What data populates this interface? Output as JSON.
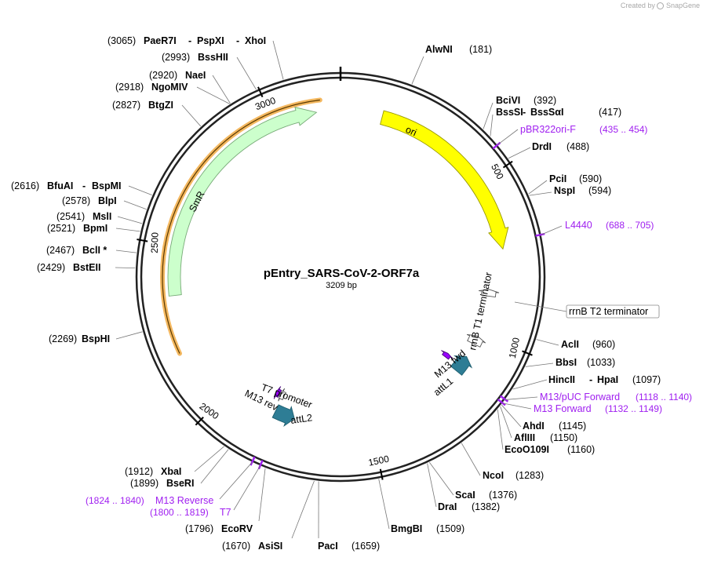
{
  "credit": {
    "text": "Created by",
    "brand": "SnapGene",
    "icon": "snapgene-logo-icon"
  },
  "plasmid": {
    "name": "pEntry_SARS-CoV-2-ORF7a",
    "length_label": "3209 bp",
    "length": 3209
  },
  "ticks": [
    "500",
    "1000",
    "1500",
    "2000",
    "2500",
    "3000"
  ],
  "features": [
    {
      "name": "ori",
      "start": 130,
      "end": 715,
      "color": "#ffff00",
      "stroke": "#999900",
      "direction": "cw",
      "ring": "inner"
    },
    {
      "name": "SmR",
      "start": 2350,
      "end": 3135,
      "color": "#ccffcc",
      "stroke": "#77aa77",
      "direction": "cw",
      "ring": "mid"
    },
    {
      "name": "rrnB T1 terminator",
      "start": 1010,
      "end": 1040,
      "color": "#ffffff",
      "stroke": "#555555",
      "direction": "ccw",
      "ring": "inner"
    },
    {
      "name": "rrnB T2 terminator",
      "start": 845,
      "end": 868,
      "color": "#ffffff",
      "stroke": "#555555",
      "direction": "ccw",
      "ring": "inner"
    },
    {
      "name": "attL1",
      "start": 1090,
      "end": 1150,
      "color": "#2e7d95",
      "stroke": "#1f5f70",
      "direction": "ccw",
      "ring": "inner"
    },
    {
      "name": "attL2",
      "start": 1765,
      "end": 1835,
      "color": "#2e7d95",
      "stroke": "#1f5f70",
      "direction": "ccw",
      "ring": "inner"
    },
    {
      "name": "M13 fwd",
      "start": 1118,
      "end": 1135,
      "color": "#9900ff",
      "stroke": "#440077",
      "direction": "ccw",
      "ring": "inner2"
    },
    {
      "name": "M13 rev",
      "start": 1850,
      "end": 1865,
      "color": "#9900ff",
      "stroke": "#440077",
      "direction": "cw",
      "ring": "inner2"
    },
    {
      "name": "T7 promoter",
      "start": 1830,
      "end": 1848,
      "color": "#ffffff",
      "stroke": "#555555",
      "direction": "cw",
      "ring": "inner2"
    }
  ],
  "insert_arc": {
    "start": 2180,
    "end": 3150,
    "color": "#f4b860"
  },
  "sites": [
    {
      "name": "AlwNI",
      "pos": "(181)"
    },
    {
      "name": "BciVI",
      "pos": "(392)"
    },
    {
      "name": "BssSI",
      "name2": "BssSαI",
      "pos": "(417)"
    },
    {
      "name": "DrdI",
      "pos": "(488)"
    },
    {
      "name": "PciI",
      "pos": "(590)"
    },
    {
      "name": "NspI",
      "pos": "(594)"
    },
    {
      "name": "AclI",
      "pos": "(960)"
    },
    {
      "name": "BbsI",
      "pos": "(1033)"
    },
    {
      "name": "HincII",
      "name2": "HpaI",
      "pos": "(1097)"
    },
    {
      "name": "AhdI",
      "pos": "(1145)"
    },
    {
      "name": "AflIII",
      "pos": "(1150)"
    },
    {
      "name": "EcoO109I",
      "pos": "(1160)"
    },
    {
      "name": "NcoI",
      "pos": "(1283)"
    },
    {
      "name": "ScaI",
      "pos": "(1376)"
    },
    {
      "name": "DraI",
      "pos": "(1382)"
    },
    {
      "name": "BmgBI",
      "pos": "(1509)"
    },
    {
      "name": "PacI",
      "pos": "(1659)"
    },
    {
      "name": "AsiSI",
      "pos": "(1670)"
    },
    {
      "name": "EcoRV",
      "pos": "(1796)"
    },
    {
      "name": "BseRI",
      "pos": "(1899)"
    },
    {
      "name": "XbaI",
      "pos": "(1912)"
    },
    {
      "name": "BspHI",
      "pos": "(2269)"
    },
    {
      "name": "BstEII",
      "pos": "(2429)"
    },
    {
      "name": "BclI *",
      "pos": "(2467)"
    },
    {
      "name": "BpmI",
      "pos": "(2521)"
    },
    {
      "name": "MslI",
      "pos": "(2541)"
    },
    {
      "name": "BlpI",
      "pos": "(2578)"
    },
    {
      "name": "BfuAI",
      "name2": "BspMI",
      "pos": "(2616)"
    },
    {
      "name": "BtgZI",
      "pos": "(2827)"
    },
    {
      "name": "NgoMIV",
      "pos": "(2918)"
    },
    {
      "name": "NaeI",
      "pos": "(2920)"
    },
    {
      "name": "BssHII",
      "pos": "(2993)"
    },
    {
      "name": "PaeR7I",
      "name2": "PspXI",
      "name3": "XhoI",
      "pos": "(3065)"
    }
  ],
  "primers": [
    {
      "name": "pBR322ori-F",
      "pos": "(435 .. 454)"
    },
    {
      "name": "L4440",
      "pos": "(688 .. 705)"
    },
    {
      "name": "M13/pUC Forward",
      "pos": "(1118 .. 1140)"
    },
    {
      "name": "M13 Forward",
      "pos": "(1132 .. 1149)"
    },
    {
      "name": "M13 Reverse",
      "pos": "(1824 .. 1840)"
    },
    {
      "name": "T7",
      "pos": "(1800 .. 1819)"
    }
  ]
}
